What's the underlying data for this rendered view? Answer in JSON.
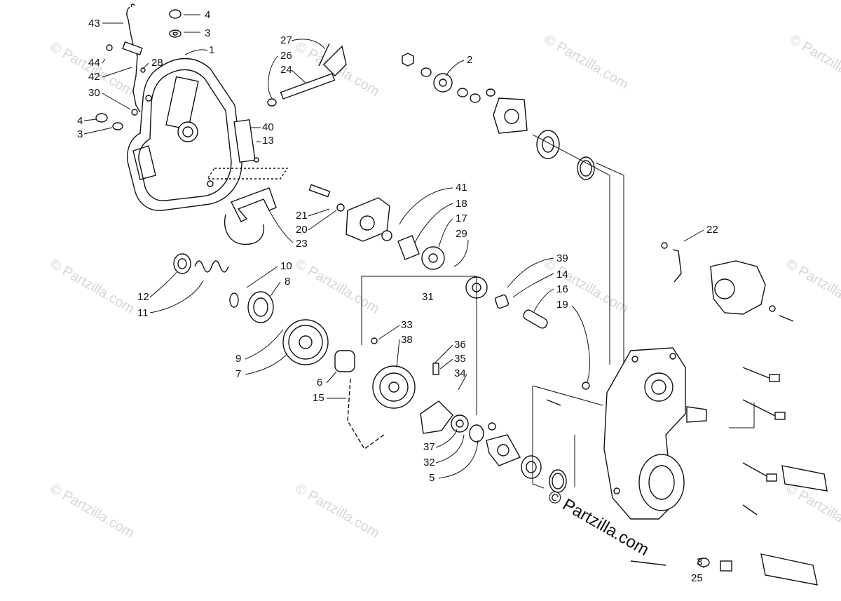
{
  "diagram": {
    "watermark_text": "© Partzilla.com",
    "brand_text": "© Partzilla.com",
    "callouts": {
      "c43": "43",
      "c4a": "4",
      "c3a": "3",
      "c1": "1",
      "c44": "44",
      "c42": "42",
      "c28": "28",
      "c30": "30",
      "c4b": "4",
      "c3b": "3",
      "c40": "40",
      "c13": "13",
      "c27": "27",
      "c26": "26",
      "c24": "24",
      "c2": "2",
      "c41": "41",
      "c18": "18",
      "c17": "17",
      "c29": "29",
      "c21": "21",
      "c20": "20",
      "c23": "23",
      "c22": "22",
      "c39": "39",
      "c14": "14",
      "c16": "16",
      "c19": "19",
      "c31": "31",
      "c10": "10",
      "c8": "8",
      "c12": "12",
      "c11": "11",
      "c33": "33",
      "c38": "38",
      "c36": "36",
      "c35": "35",
      "c34": "34",
      "c9": "9",
      "c7": "7",
      "c6": "6",
      "c15": "15",
      "c37": "37",
      "c32": "32",
      "c5": "5",
      "c3c": "3",
      "c25": "25"
    }
  }
}
